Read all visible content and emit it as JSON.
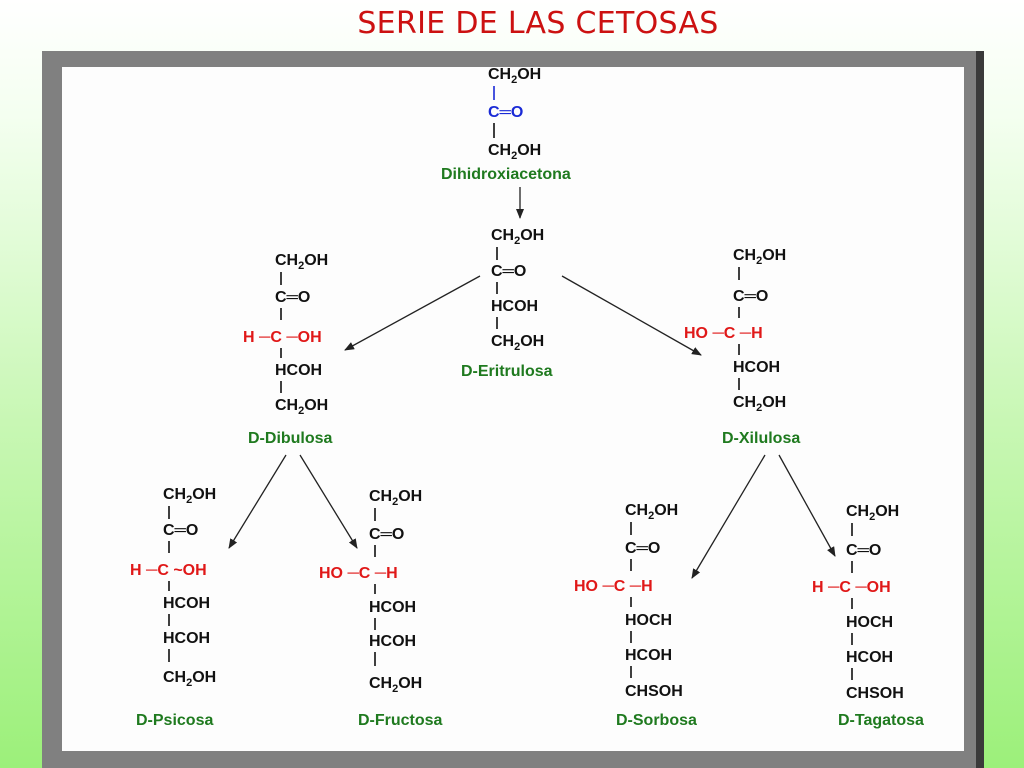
{
  "title": "SERIE DE LAS CETOSAS",
  "molecules": {
    "dihidroxiacetona": {
      "name": "Dihidroxiacetona",
      "rows": [
        {
          "main": "CH",
          "sub": "2",
          "post": "OH"
        },
        {
          "text": "C═O"
        },
        {
          "main": "CH",
          "sub": "2",
          "post": "OH"
        }
      ]
    },
    "eritrulosa": {
      "name": "D-Eritrulosa",
      "rows": [
        {
          "main": "CH",
          "sub": "2",
          "post": "OH"
        },
        {
          "text": "C═O"
        },
        {
          "text": "HCOH"
        },
        {
          "main": "CH",
          "sub": "2",
          "post": "OH"
        }
      ]
    },
    "dibulosa": {
      "name": "D-Dibulosa",
      "rows": [
        {
          "main": "CH",
          "sub": "2",
          "post": "OH"
        },
        {
          "text": "C═O"
        },
        {
          "text": "H ─C ─OH"
        },
        {
          "text": "HCOH"
        },
        {
          "main": "CH",
          "sub": "2",
          "post": "OH"
        }
      ]
    },
    "xilulosa": {
      "name": "D-Xilulosa",
      "rows": [
        {
          "main": "CH",
          "sub": "2",
          "post": "OH"
        },
        {
          "text": "C═O"
        },
        {
          "text": "HO ─C ─H"
        },
        {
          "text": "HCOH"
        },
        {
          "main": "CH",
          "sub": "2",
          "post": "OH"
        }
      ]
    },
    "psicosa": {
      "name": "D-Psicosa",
      "rows": [
        {
          "main": "CH",
          "sub": "2",
          "post": "OH"
        },
        {
          "text": "C═O"
        },
        {
          "text": "H ─C ~OH"
        },
        {
          "text": "HCOH"
        },
        {
          "text": "HCOH"
        },
        {
          "main": "CH",
          "sub": "2",
          "post": "OH"
        }
      ]
    },
    "fructosa": {
      "name": "D-Fructosa",
      "rows": [
        {
          "main": "CH",
          "sub": "2",
          "post": "OH"
        },
        {
          "text": "C═O"
        },
        {
          "text": "HO ─C ─H"
        },
        {
          "text": "HCOH"
        },
        {
          "text": "HCOH"
        },
        {
          "main": "CH",
          "sub": "2",
          "post": "OH"
        }
      ]
    },
    "sorbosa": {
      "name": "D-Sorbosa",
      "rows": [
        {
          "main": "CH",
          "sub": "2",
          "post": "OH"
        },
        {
          "text": "C═O"
        },
        {
          "text": "HO ─C ─H"
        },
        {
          "text": "HOCH"
        },
        {
          "text": "HCOH"
        },
        {
          "text": "CHSOH"
        }
      ]
    },
    "tagatosa": {
      "name": "D-Tagatosa",
      "rows": [
        {
          "main": "CH",
          "sub": "2",
          "post": "OH"
        },
        {
          "text": "C═O"
        },
        {
          "text": "H ─C ─OH"
        },
        {
          "text": "HOCH"
        },
        {
          "text": "HCOH"
        },
        {
          "text": "CHSOH"
        }
      ]
    }
  }
}
